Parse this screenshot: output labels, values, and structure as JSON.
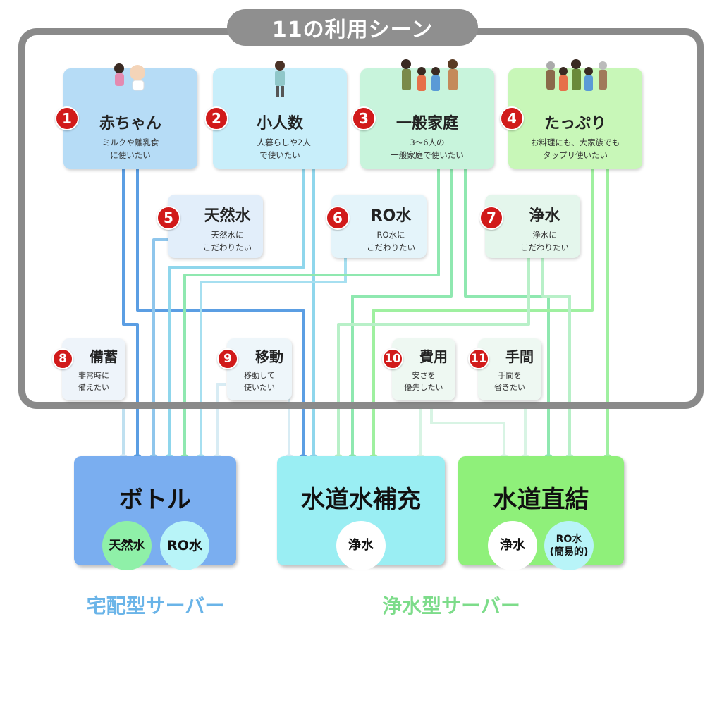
{
  "title": "11の利用シーン",
  "top_cards": [
    {
      "num": "1",
      "title": "赤ちゃん",
      "desc1": "ミルクや離乳食",
      "desc2": "に使いたい"
    },
    {
      "num": "2",
      "title": "小人数",
      "desc1": "一人暮らしや2人",
      "desc2": "で使いたい"
    },
    {
      "num": "3",
      "title": "一般家庭",
      "desc1": "3〜6人の",
      "desc2": "一般家庭で使いたい"
    },
    {
      "num": "4",
      "title": "たっぷり",
      "desc1": "お料理にも、大家族でも",
      "desc2": "タップリ使いたい"
    }
  ],
  "mid_cards": [
    {
      "num": "5",
      "title": "天然水",
      "desc1": "天然水に",
      "desc2": "こだわりたい"
    },
    {
      "num": "6",
      "title": "RO水",
      "desc1": "RO水に",
      "desc2": "こだわりたい"
    },
    {
      "num": "7",
      "title": "浄水",
      "desc1": "浄水に",
      "desc2": "こだわりたい"
    }
  ],
  "small_cards": [
    {
      "num": "8",
      "title": "備蓄",
      "desc1": "非常時に",
      "desc2": "備えたい"
    },
    {
      "num": "9",
      "title": "移動",
      "desc1": "移動して",
      "desc2": "使いたい"
    },
    {
      "num": "10",
      "title": "費用",
      "desc1": "安さを",
      "desc2": "優先したい"
    },
    {
      "num": "11",
      "title": "手間",
      "desc1": "手間を",
      "desc2": "省きたい"
    }
  ],
  "groups": {
    "delivery_label": "宅配型サーバー",
    "purifier_label": "浄水型サーバー"
  },
  "servers": [
    {
      "name": "ボトル",
      "waters": [
        "天然水",
        "RO水"
      ]
    },
    {
      "name": "水道水補充",
      "waters": [
        "浄水"
      ]
    },
    {
      "name": "水道直結",
      "waters": [
        "浄水",
        "RO水",
        "(簡易的)"
      ]
    }
  ],
  "colors": {
    "frame": "#8a8a8a",
    "badge": "#d11a1a",
    "blue_line": "#5b9ee3",
    "lightblue_line": "#8fd6ec",
    "green_line": "#8fe8b0",
    "lightgreen_line": "#b8f0c8",
    "bottle_server": "#7aaef0",
    "tap_refill_server": "#9aeef3",
    "direct_server": "#8ff07a"
  }
}
